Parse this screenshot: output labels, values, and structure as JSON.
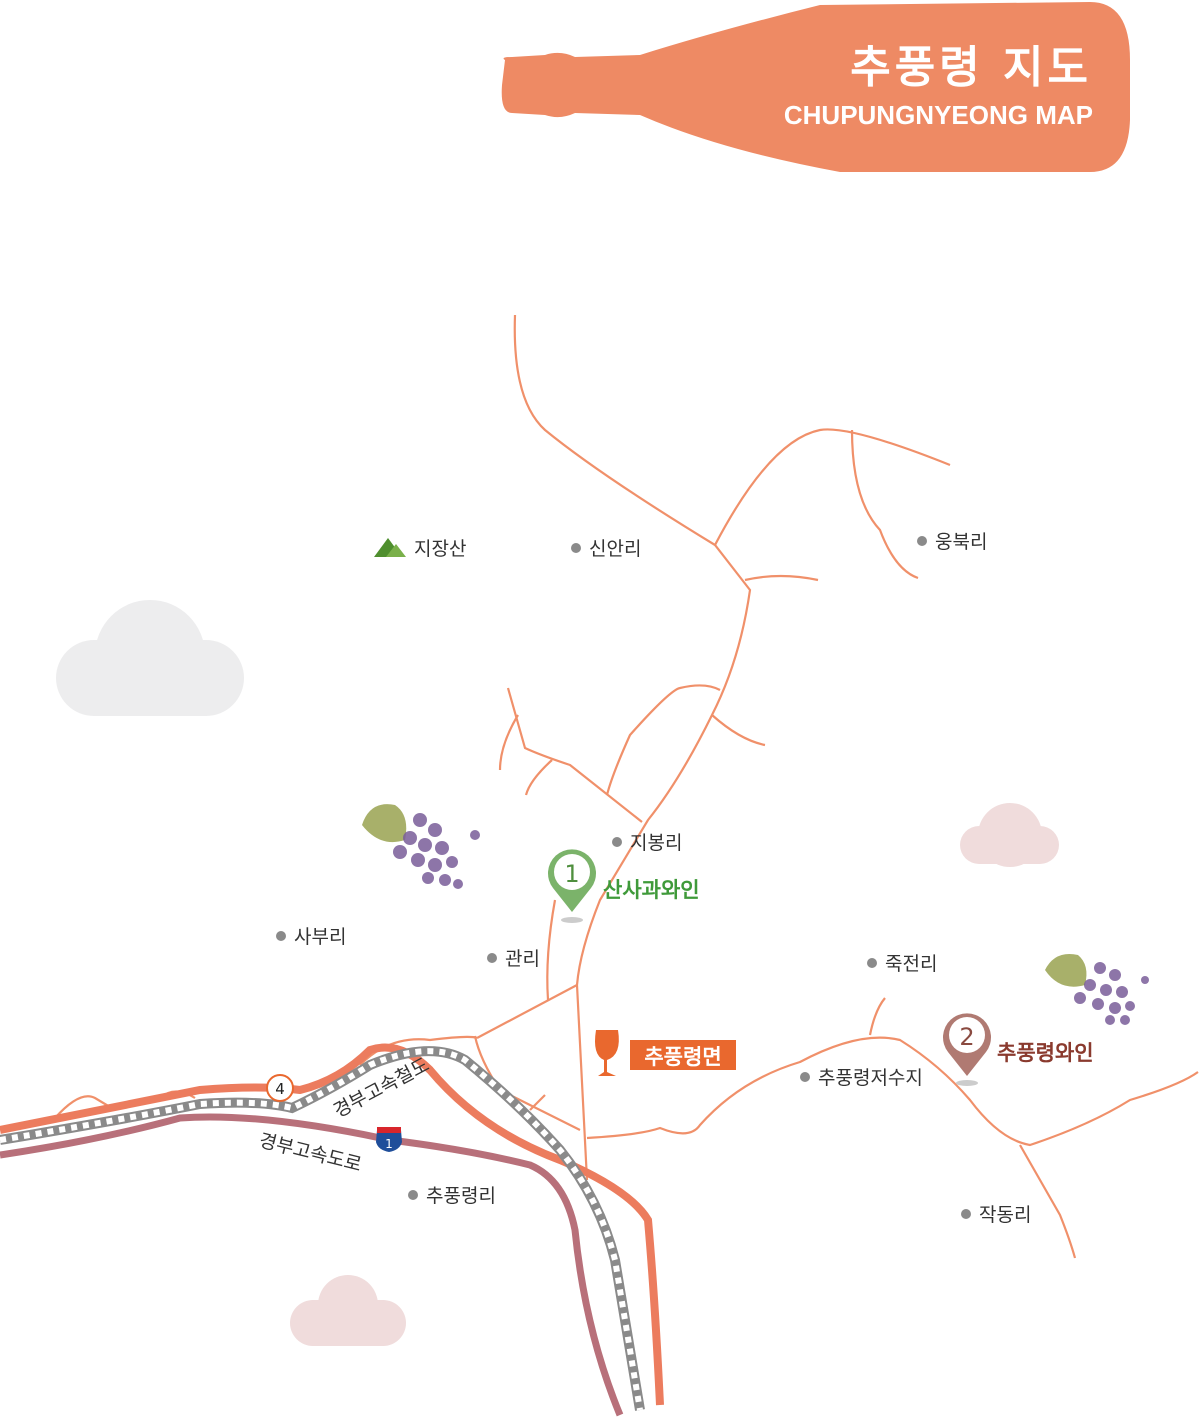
{
  "title": {
    "korean": "추풍령 지도",
    "english": "CHUPUNGNYEONG MAP"
  },
  "colors": {
    "road": "#f0906a",
    "highway": "#b8707a",
    "railway": "#8a8a8a",
    "accent": "#e9682e",
    "winery1": "#3f9a3a",
    "winery2": "#8a3a2e",
    "bottle": "#ee8a64"
  },
  "places": [
    {
      "name": "신안리"
    },
    {
      "name": "웅북리"
    },
    {
      "name": "지봉리"
    },
    {
      "name": "사부리"
    },
    {
      "name": "관리"
    },
    {
      "name": "죽전리"
    },
    {
      "name": "추풍령저수지"
    },
    {
      "name": "추풍령리"
    },
    {
      "name": "작동리"
    }
  ],
  "mountain": {
    "name": "지장산",
    "icon": "mountain-icon"
  },
  "wineries": [
    {
      "number": "1",
      "name": "산사과와인"
    },
    {
      "number": "2",
      "name": "추풍령와인"
    }
  ],
  "town": {
    "name": "추풍령면",
    "icon": "wine-glass-icon"
  },
  "roads": {
    "railway": "경부고속철도",
    "expressway": "경부고속도로",
    "national_route": "4",
    "expressway_number": "1"
  }
}
